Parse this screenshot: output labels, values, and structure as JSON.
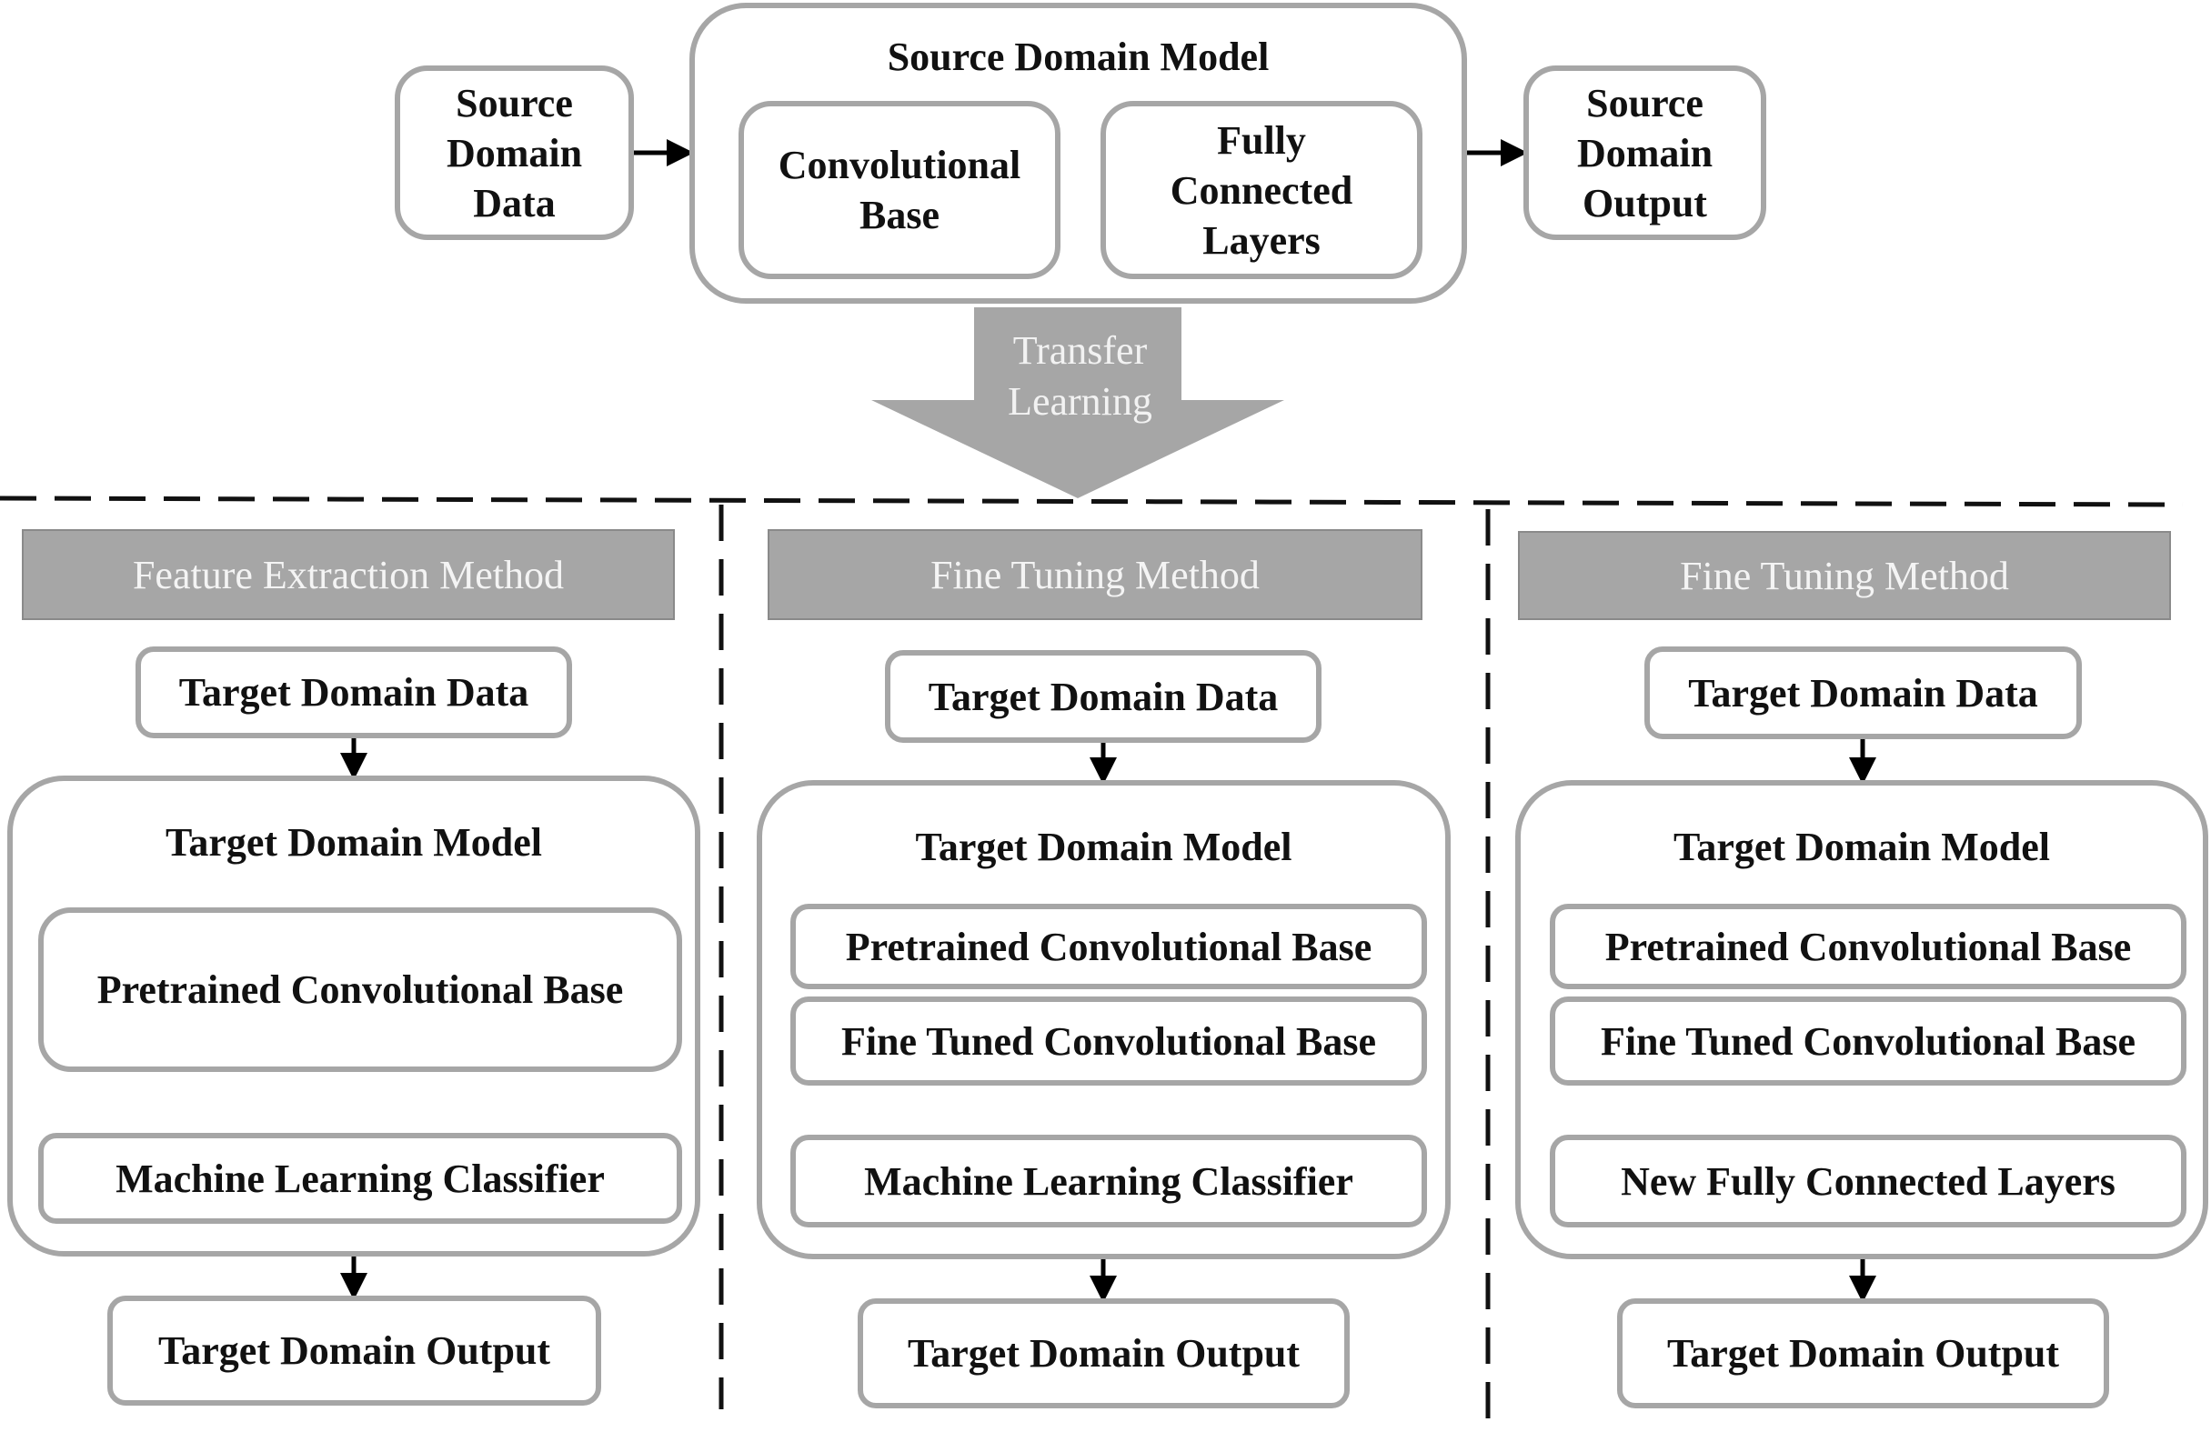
{
  "source": {
    "data_box": "Source\nDomain\nData",
    "model_title": "Source Domain Model",
    "conv_base": "Convolutional\nBase",
    "fc_layers": "Fully\nConnected\nLayers",
    "output_box": "Source\nDomain\nOutput"
  },
  "transfer": {
    "label": "Transfer\nLearning"
  },
  "columns": [
    {
      "header": "Feature Extraction Method",
      "data": "Target Domain Data",
      "model_title": "Target Domain Model",
      "layers": [
        "Pretrained Convolutional Base"
      ],
      "classifier": "Machine Learning Classifier",
      "output": "Target Domain Output"
    },
    {
      "header": "Fine Tuning Method",
      "data": "Target Domain Data",
      "model_title": "Target Domain Model",
      "layers": [
        "Pretrained Convolutional Base",
        "Fine Tuned Convolutional Base"
      ],
      "classifier": "Machine Learning Classifier",
      "output": "Target Domain Output"
    },
    {
      "header": "Fine Tuning Method",
      "data": "Target Domain Data",
      "model_title": "Target Domain Model",
      "layers": [
        "Pretrained Convolutional Base",
        "Fine Tuned Convolutional Base"
      ],
      "classifier": "New Fully Connected Layers",
      "output": "Target Domain Output"
    }
  ],
  "colors": {
    "border": "#a6a6a6",
    "header_fill": "#a6a6a6",
    "arrow": "#000000"
  }
}
